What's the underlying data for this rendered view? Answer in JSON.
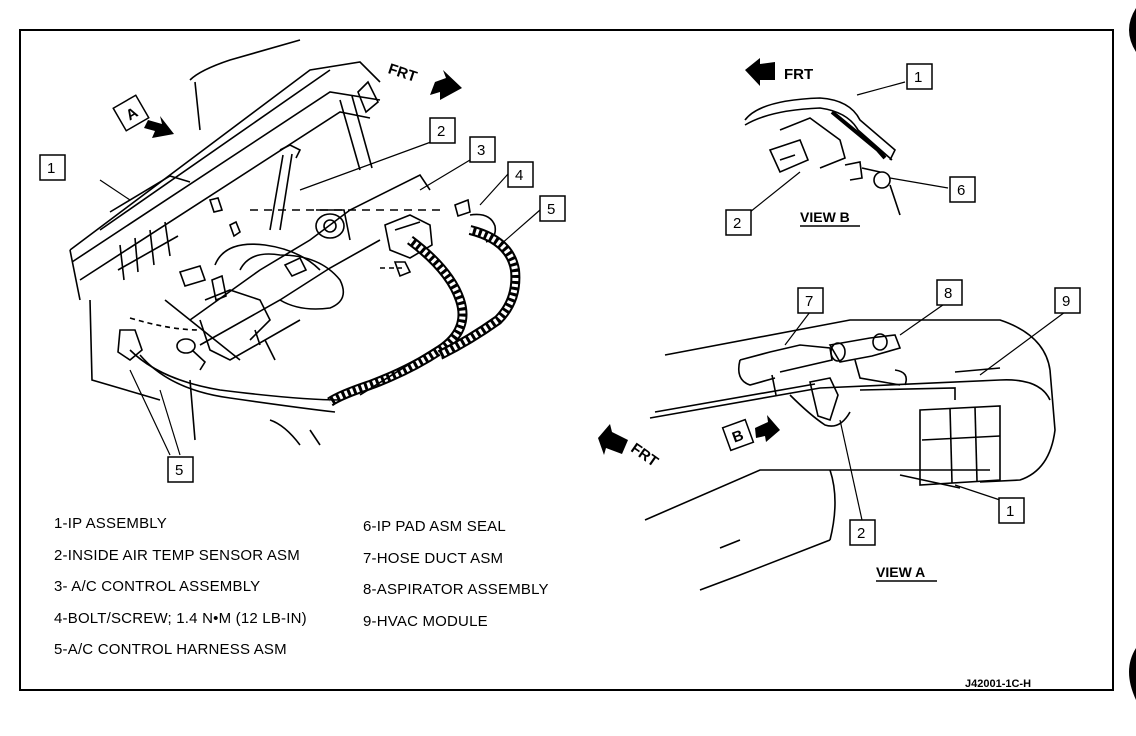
{
  "callouts": {
    "main": {
      "c1": "1",
      "c2": "2",
      "c3": "3",
      "c4": "4",
      "c5a": "5",
      "c5b": "5",
      "viewA": "A",
      "frt": "FRT"
    },
    "view_b": {
      "title": "VIEW B",
      "c1": "1",
      "c2": "2",
      "c6": "6",
      "frt": "FRT"
    },
    "view_a": {
      "title": "VIEW A",
      "c1": "1",
      "c2": "2",
      "c7": "7",
      "c8": "8",
      "c9": "9",
      "viewB": "B",
      "frt": "FRT"
    }
  },
  "legend": {
    "left": [
      "1-IP ASSEMBLY",
      "2-INSIDE AIR TEMP SENSOR ASM",
      "3- A/C CONTROL ASSEMBLY",
      "4-BOLT/SCREW; 1.4 N•M (12 LB-IN)",
      "5-A/C CONTROL HARNESS ASM"
    ],
    "right": [
      "6-IP PAD ASM SEAL",
      "7-HOSE DUCT ASM",
      "8-ASPIRATOR ASSEMBLY",
      "9-HVAC MODULE"
    ]
  },
  "figure_code": "J42001-1C-H"
}
